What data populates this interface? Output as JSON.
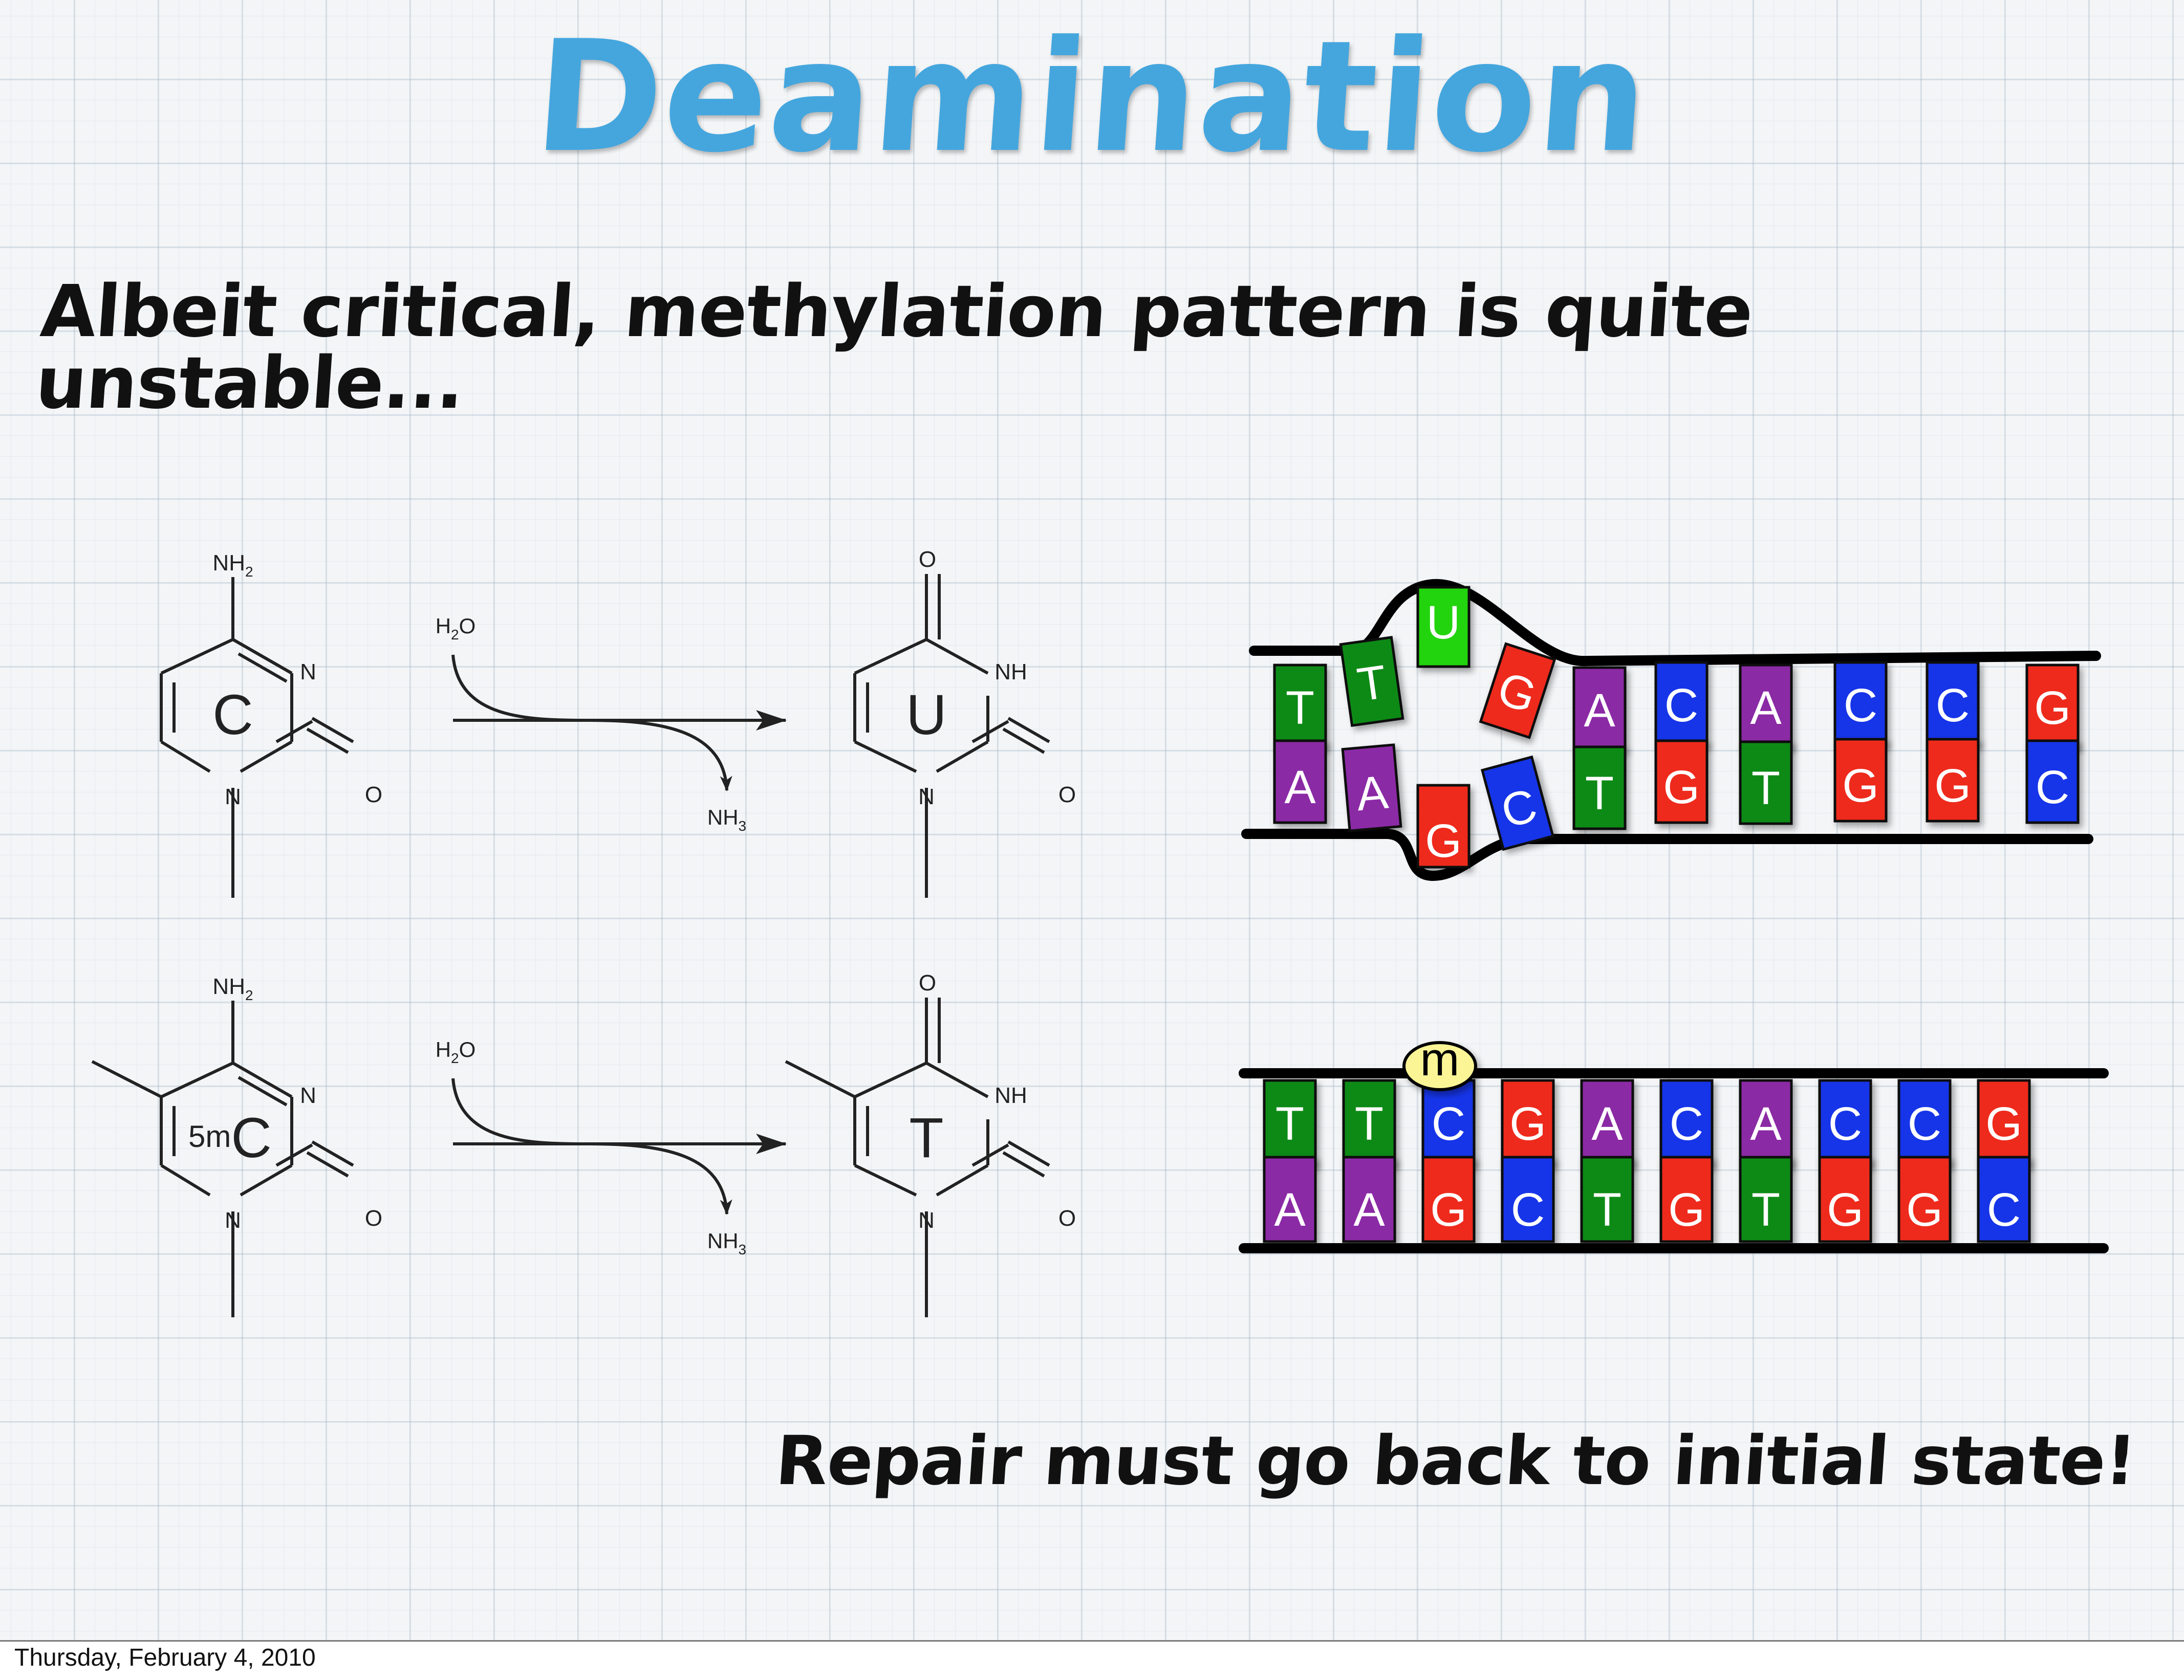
{
  "slide": {
    "title": "Deamination",
    "subtitle": "Albeit critical, methylation pattern is quite unstable...",
    "conclusion": "Repair must go back to initial state!",
    "footer_date": "Thursday, February 4, 2010",
    "colors": {
      "title": "#45a6de",
      "A": "#8b2aa5",
      "T": "#0e8a16",
      "G": "#ee2b1c",
      "C": "#1536e8",
      "U": "#22d410",
      "methyl_tag": "#fbf596"
    }
  },
  "reactions": [
    {
      "reactant": {
        "letter": "C",
        "prefix": "",
        "substituent": "NH",
        "substituent_sub": "2",
        "ring_n_top": "N",
        "ring_n_bottom": "N",
        "carbonyl_o": "O"
      },
      "reagent": {
        "main": "H",
        "sub": "2",
        "tail": "O"
      },
      "byproduct": {
        "main": "NH",
        "sub": "3"
      },
      "product": {
        "letter": "U",
        "top_o": "O",
        "nh": "NH",
        "ring_n_bottom": "N",
        "carbonyl_o": "O"
      }
    },
    {
      "reactant": {
        "letter": "C",
        "prefix": "5m",
        "substituent": "NH",
        "substituent_sub": "2",
        "ring_n_top": "N",
        "ring_n_bottom": "N",
        "carbonyl_o": "O"
      },
      "reagent": {
        "main": "H",
        "sub": "2",
        "tail": "O"
      },
      "byproduct": {
        "main": "NH",
        "sub": "3"
      },
      "product": {
        "letter": "T",
        "top_o": "O",
        "nh": "NH",
        "ring_n_bottom": "N",
        "carbonyl_o": "O"
      }
    }
  ],
  "dna_mismatch": {
    "top_strand": [
      "T",
      "T",
      "U",
      "G",
      "A",
      "C",
      "A",
      "C",
      "C",
      "G"
    ],
    "bottom_strand": [
      "A",
      "A",
      "G",
      "C",
      "T",
      "G",
      "T",
      "G",
      "G",
      "C"
    ]
  },
  "dna_methylated": {
    "top_strand": [
      "T",
      "T",
      "C",
      "G",
      "A",
      "C",
      "A",
      "C",
      "C",
      "G"
    ],
    "bottom_strand": [
      "A",
      "A",
      "G",
      "C",
      "T",
      "G",
      "T",
      "G",
      "G",
      "C"
    ],
    "methyl_label": "m"
  }
}
